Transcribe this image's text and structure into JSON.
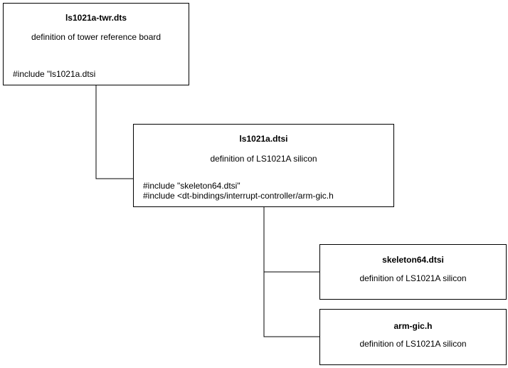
{
  "nodes": {
    "board": {
      "title": "ls1021a-twr.dts",
      "subtitle": "definition of tower reference board",
      "includes": [
        "#include \"ls1021a.dtsi"
      ]
    },
    "silicon": {
      "title": "ls1021a.dtsi",
      "subtitle": "definition of LS1021A silicon",
      "includes": [
        "#include \"skeleton64.dtsi\"",
        "#include <dt-bindings/interrupt-controller/arm-gic.h"
      ]
    },
    "skeleton": {
      "title": "skeleton64.dtsi",
      "subtitle": "definition of LS1021A silicon"
    },
    "armgic": {
      "title": "arm-gic.h",
      "subtitle": "definition of LS1021A silicon"
    }
  },
  "colors": {
    "line": "#000000",
    "box_border": "#000000",
    "background": "#ffffff"
  }
}
